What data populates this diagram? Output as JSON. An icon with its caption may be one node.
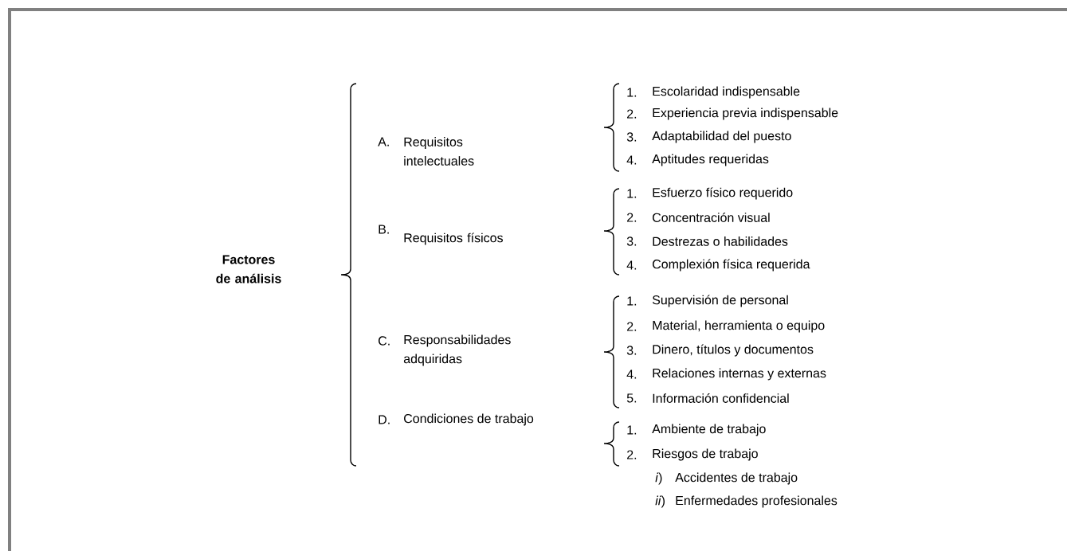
{
  "diagram": {
    "labels": [
      "Factores de análisis",
      "A.",
      "Requisitos intelectuales",
      "1.",
      "Escolaridad indispensable",
      "2.",
      "Experiencia previa indispensable",
      "3.",
      "Adaptabilidad del puesto",
      "4.",
      "Aptitudes requeridas",
      "B.",
      "Requisitos físicos",
      "1.",
      "Esfuerzo físico requerido",
      "2.",
      "Concentración visual",
      "3.",
      "Destrezas o habilidades",
      "4.",
      "Complexión física requerida",
      "C.",
      "Responsabilidades adquiridas",
      "1.",
      "Supervisión de personal",
      "2.",
      "Material, herramienta o equipo",
      "3.",
      "Dinero, títulos y documentos",
      "4.",
      "Relaciones internas y externas",
      "5.",
      "Información confidencial",
      "D.",
      "Condiciones de trabajo",
      "1.",
      "Ambiente de trabajo",
      "2.",
      "Riesgos de trabajo",
      "*i*)",
      "Accidentes de trabajo",
      "*ii*)",
      "Enfermedades profesionales"
    ]
  }
}
